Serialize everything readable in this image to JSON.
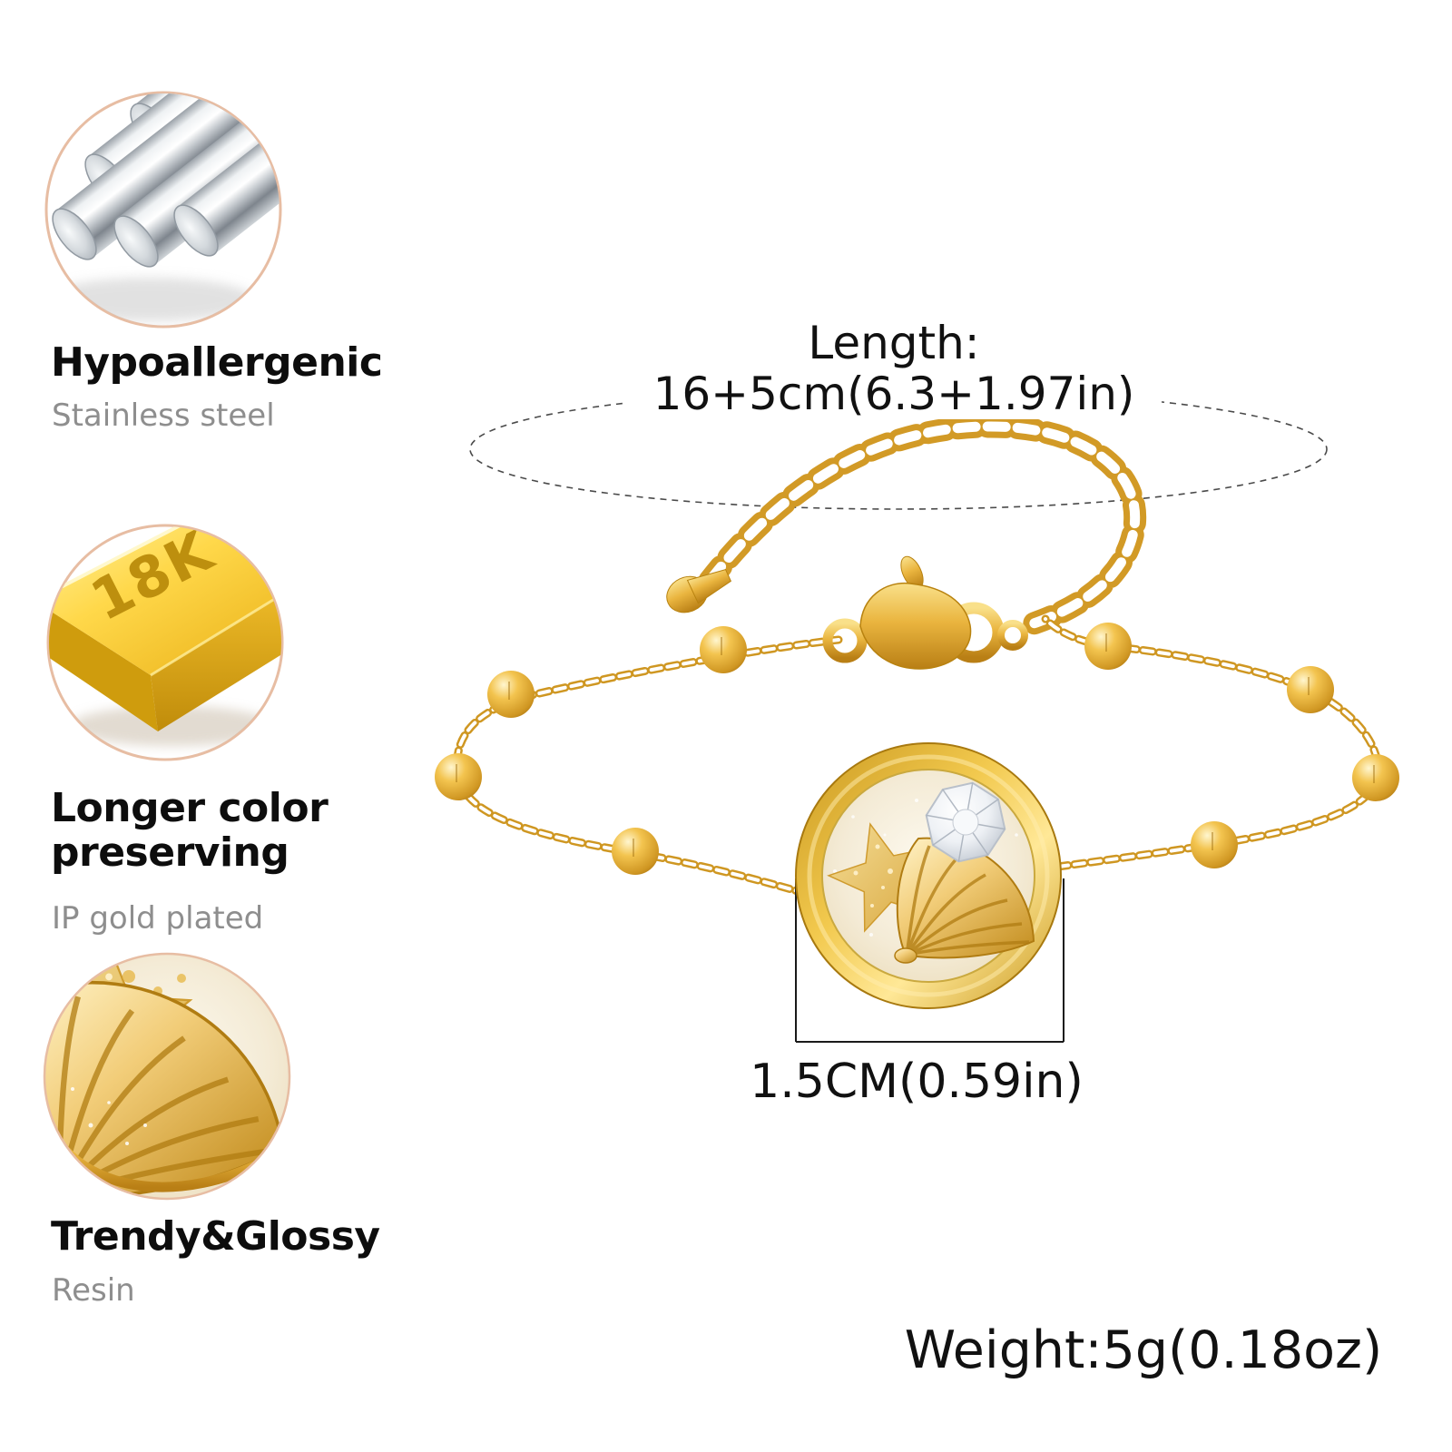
{
  "features": [
    {
      "title": "Hypoallergenic",
      "subtitle": "Stainless steel",
      "icon": "steel-rods-photo"
    },
    {
      "title": "Longer color preserving",
      "subtitle": "IP gold plated",
      "icon": "gold-bar-photo",
      "badge": "18K"
    },
    {
      "title": "Trendy&Glossy",
      "subtitle": "Resin",
      "icon": "resin-pendant-closeup-photo"
    }
  ],
  "annotations": {
    "length_label": "Length:",
    "length_value": "16+5cm(6.3+1.97in)",
    "pendant_diameter": "1.5CM(0.59in)",
    "weight": "Weight:5g(0.18oz)"
  },
  "product": {
    "kind": "gold bead-station chain bracelet with round resin shell pendant, lobster clasp and extender chain"
  },
  "colors": {
    "gold": "#e9b23d",
    "gold_dark": "#b9821a",
    "gold_light": "#ffe9a0",
    "peach_border": "#e7bda3",
    "text_primary": "#111111",
    "text_secondary": "#8e8e8e",
    "background": "#ffffff"
  }
}
